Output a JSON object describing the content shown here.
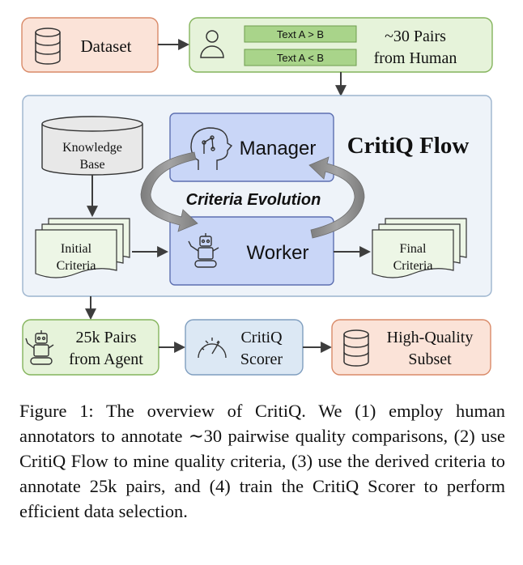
{
  "dataset": {
    "label": "Dataset"
  },
  "human": {
    "pair_a": "Text A > B",
    "pair_b": "Text A < B",
    "count_line1": "~30 Pairs",
    "count_line2": "from Human"
  },
  "flow": {
    "title": "CritiQ Flow",
    "knowledge_base": {
      "line1": "Knowledge",
      "line2": "Base"
    },
    "initial_criteria": {
      "line1": "Initial",
      "line2": "Criteria"
    },
    "manager": "Manager",
    "worker": "Worker",
    "evolution": "Criteria Evolution",
    "final_criteria": {
      "line1": "Final",
      "line2": "Criteria"
    }
  },
  "agent": {
    "line1": "25k Pairs",
    "line2": "from Agent"
  },
  "scorer": {
    "line1": "CritiQ",
    "line2": "Scorer"
  },
  "subset": {
    "line1": "High-Quality",
    "line2": "Subset"
  },
  "caption": "Figure 1: The overview of CritiQ. We (1) employ human annotators to annotate ∼30 pairwise quality comparisons, (2) use CritiQ Flow to mine quality criteria, (3) use the derived criteria to annotate 25k pairs, and (4) train the CritiQ Scorer to perform efficient data selection.",
  "colors": {
    "orange_fill": "#fbe3d8",
    "orange_stroke": "#d98a68",
    "green_fill": "#e6f3da",
    "green_stroke": "#84b45c",
    "blue_fill": "#dce8f4",
    "blue_stroke": "#7f9ebf",
    "flow_fill": "#eef3f9",
    "flow_stroke": "#9cb4ce",
    "agent_fill": "#c9d6f7",
    "agent_stroke": "#5d6fb0",
    "pair_fill": "#a9d48a",
    "kb_fill": "#e8e8e8",
    "doc_fill": "#edf6e6",
    "arrow": "#3d3d3d",
    "evolution_arrow": "#8c8c8c"
  },
  "icons": [
    "database-icon",
    "user-icon",
    "brain-head-icon",
    "robot-icon",
    "gauge-icon"
  ]
}
